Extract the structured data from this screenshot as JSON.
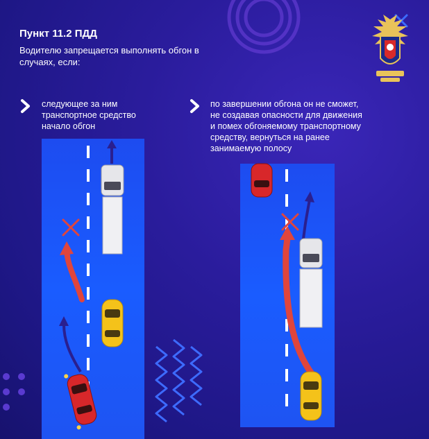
{
  "header": {
    "title": "Пункт 11.2 ПДД",
    "subtitle": "Водителю запрещается выполнять обгон в случаях, если:"
  },
  "items": [
    {
      "text_lines": [
        "следующее за ним",
        "транспортное средство",
        "начало обгон"
      ]
    },
    {
      "text_lines": [
        "по завершении обгона  он не сможет,",
        "не создавая  опасности для движения",
        "и помех обгоняемому транспортному",
        "средству, вернуться на ранее",
        "занимаемую полосу"
      ]
    }
  ],
  "colors": {
    "background": "#221a8a",
    "road": "#1a5cff",
    "arrow_red": "#e0453c",
    "arrow_dark": "#2a1f8f",
    "taxi": "#f4c21a",
    "red_car": "#d8272a",
    "truck": "#e8e8ec"
  },
  "icons": [
    "chevron-right-icon",
    "police-emblem-icon",
    "cross-mark-icon"
  ]
}
